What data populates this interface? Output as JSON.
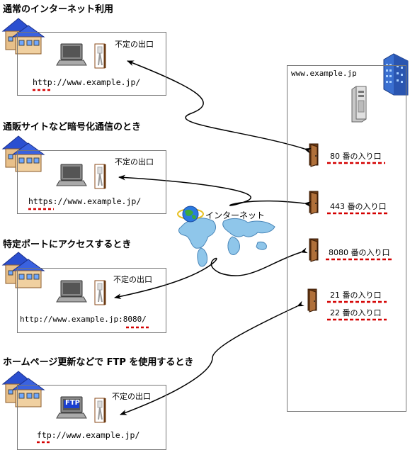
{
  "colors": {
    "underline_red": "#d40000",
    "roof_blue": "#2b4fd0",
    "door_brown": "#8a4a1a",
    "map_blue": "#8fc6ea",
    "arrow": "#000000"
  },
  "scenarios": [
    {
      "heading": "通常のインターネット利用",
      "exit_label": "不定の出口",
      "url": "http://www.example.jp/"
    },
    {
      "heading": "通販サイトなど暗号化通信のとき",
      "exit_label": "不定の出口",
      "url": "https://www.example.jp/"
    },
    {
      "heading": "特定ポートにアクセスするとき",
      "exit_label": "不定の出口",
      "url": "http://www.example.jp:8080/"
    },
    {
      "heading": "ホームページ更新などで FTP を使用するとき",
      "exit_label": "不定の出口",
      "url": "ftp://www.example.jp/",
      "screen_text": "FTP"
    }
  ],
  "internet_label": "インターネット",
  "server": {
    "title": "www.example.jp",
    "ports": [
      "80 番の入り口",
      "443 番の入り口",
      "8080 番の入り口",
      "21 番の入り口",
      "22 番の入り口"
    ]
  }
}
